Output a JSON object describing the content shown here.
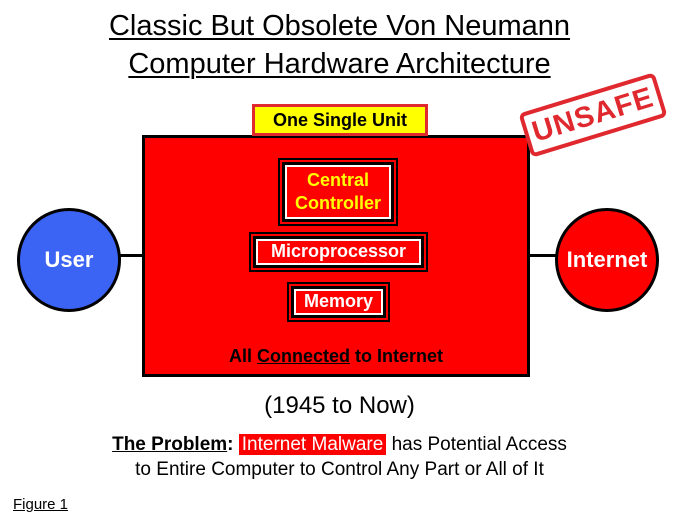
{
  "title": {
    "line1": "Classic But Obsolete Von Neumann",
    "line2": "Computer Hardware Architecture"
  },
  "unit_label": "One Single Unit",
  "stamp": "UNSAFE",
  "nodes": {
    "user": "User",
    "internet": "Internet"
  },
  "components": {
    "controller_line1": "Central",
    "controller_line2": "Controller",
    "microprocessor": "Microprocessor",
    "memory": "Memory"
  },
  "connected": {
    "prefix": "All ",
    "underlined": "Connected",
    "suffix": " to Internet"
  },
  "era": "(1945 to Now)",
  "problem": {
    "label": "The Problem",
    "colon": ":",
    "highlight": "Internet Malware",
    "rest_line1": " has Potential Access",
    "line2": "to Entire Computer to Control Any Part or All of It"
  },
  "figure_label": "Figure 1",
  "colors": {
    "red": "#ff0000",
    "user_blue": "#3b64f5",
    "stamp_red": "#e0282f",
    "unit_label_bg": "#ffff00"
  }
}
